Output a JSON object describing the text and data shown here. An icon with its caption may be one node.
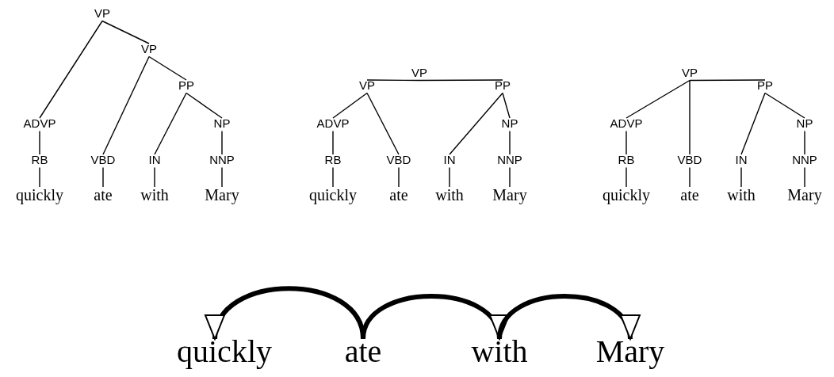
{
  "diagram": {
    "nodes": [
      {
        "text": [
          "VP"
        ]
      },
      {
        "text": [
          "VP"
        ]
      },
      {
        "text": [
          "PP"
        ]
      },
      {
        "text": [
          "ADVP"
        ]
      },
      {
        "text": [
          "NP"
        ]
      },
      {
        "text": [
          "RB"
        ]
      },
      {
        "text": [
          "VBD"
        ]
      },
      {
        "text": [
          "IN"
        ]
      },
      {
        "text": [
          "NNP"
        ]
      },
      {
        "text": [
          "quickly"
        ]
      },
      {
        "text": [
          "ate"
        ]
      },
      {
        "text": [
          "with"
        ]
      },
      {
        "text": [
          "Mary"
        ]
      },
      {
        "text": [
          "VP"
        ]
      },
      {
        "text": [
          "VP"
        ]
      },
      {
        "text": [
          "PP"
        ]
      },
      {
        "text": [
          "ADVP"
        ]
      },
      {
        "text": [
          "NP"
        ]
      },
      {
        "text": [
          "RB"
        ]
      },
      {
        "text": [
          "VBD"
        ]
      },
      {
        "text": [
          "IN"
        ]
      },
      {
        "text": [
          "NNP"
        ]
      },
      {
        "text": [
          "quickly"
        ]
      },
      {
        "text": [
          "ate"
        ]
      },
      {
        "text": [
          "with"
        ]
      },
      {
        "text": [
          "Mary"
        ]
      },
      {
        "text": [
          "VP"
        ]
      },
      {
        "text": [
          "PP"
        ]
      },
      {
        "text": [
          "ADVP"
        ]
      },
      {
        "text": [
          "NP"
        ]
      },
      {
        "text": [
          "RB"
        ]
      },
      {
        "text": [
          "VBD"
        ]
      },
      {
        "text": [
          "IN"
        ]
      },
      {
        "text": [
          "NNP"
        ]
      },
      {
        "text": [
          "quickly"
        ]
      },
      {
        "text": [
          "ate"
        ]
      },
      {
        "text": [
          "with"
        ]
      },
      {
        "text": [
          "Mary"
        ]
      },
      {
        "text": [
          "quickly"
        ]
      },
      {
        "text": [
          "ate"
        ]
      },
      {
        "text": [
          "with"
        ]
      },
      {
        "text": [
          "Mary"
        ]
      }
    ],
    "edges": [
      {
        "from": 0,
        "to": 3,
        "arrow": "none"
      },
      {
        "from": 0,
        "to": 1,
        "arrow": "none"
      },
      {
        "from": 1,
        "to": 6,
        "arrow": "none"
      },
      {
        "from": 1,
        "to": 2,
        "arrow": "none"
      },
      {
        "from": 2,
        "to": 7,
        "arrow": "none"
      },
      {
        "from": 2,
        "to": 4,
        "arrow": "none"
      },
      {
        "from": 3,
        "to": 5,
        "arrow": "none"
      },
      {
        "from": 4,
        "to": 8,
        "arrow": "none"
      },
      {
        "from": 5,
        "to": 9,
        "arrow": "none"
      },
      {
        "from": 6,
        "to": 10,
        "arrow": "none"
      },
      {
        "from": 7,
        "to": 11,
        "arrow": "none"
      },
      {
        "from": 8,
        "to": 12,
        "arrow": "none"
      },
      {
        "from": 13,
        "to": 14,
        "arrow": "none"
      },
      {
        "from": 13,
        "to": 15,
        "arrow": "none"
      },
      {
        "from": 14,
        "to": 16,
        "arrow": "none"
      },
      {
        "from": 14,
        "to": 19,
        "arrow": "none"
      },
      {
        "from": 15,
        "to": 20,
        "arrow": "none"
      },
      {
        "from": 15,
        "to": 17,
        "arrow": "none"
      },
      {
        "from": 16,
        "to": 18,
        "arrow": "none"
      },
      {
        "from": 17,
        "to": 21,
        "arrow": "none"
      },
      {
        "from": 18,
        "to": 22,
        "arrow": "none"
      },
      {
        "from": 19,
        "to": 23,
        "arrow": "none"
      },
      {
        "from": 20,
        "to": 24,
        "arrow": "none"
      },
      {
        "from": 21,
        "to": 25,
        "arrow": "none"
      },
      {
        "from": 26,
        "to": 28,
        "arrow": "none"
      },
      {
        "from": 26,
        "to": 31,
        "arrow": "none"
      },
      {
        "from": 26,
        "to": 27,
        "arrow": "none"
      },
      {
        "from": 27,
        "to": 32,
        "arrow": "none"
      },
      {
        "from": 27,
        "to": 29,
        "arrow": "none"
      },
      {
        "from": 28,
        "to": 30,
        "arrow": "none"
      },
      {
        "from": 29,
        "to": 33,
        "arrow": "none"
      },
      {
        "from": 30,
        "to": 34,
        "arrow": "none"
      },
      {
        "from": 31,
        "to": 35,
        "arrow": "none"
      },
      {
        "from": 32,
        "to": 36,
        "arrow": "none"
      },
      {
        "from": 33,
        "to": 37,
        "arrow": "none"
      },
      {
        "from": 39,
        "to": 38,
        "arrow": "to",
        "style": "thick"
      },
      {
        "from": 39,
        "to": 40,
        "arrow": "to",
        "style": "thick"
      },
      {
        "from": 40,
        "to": 41,
        "arrow": "to",
        "style": "thick"
      }
    ]
  }
}
